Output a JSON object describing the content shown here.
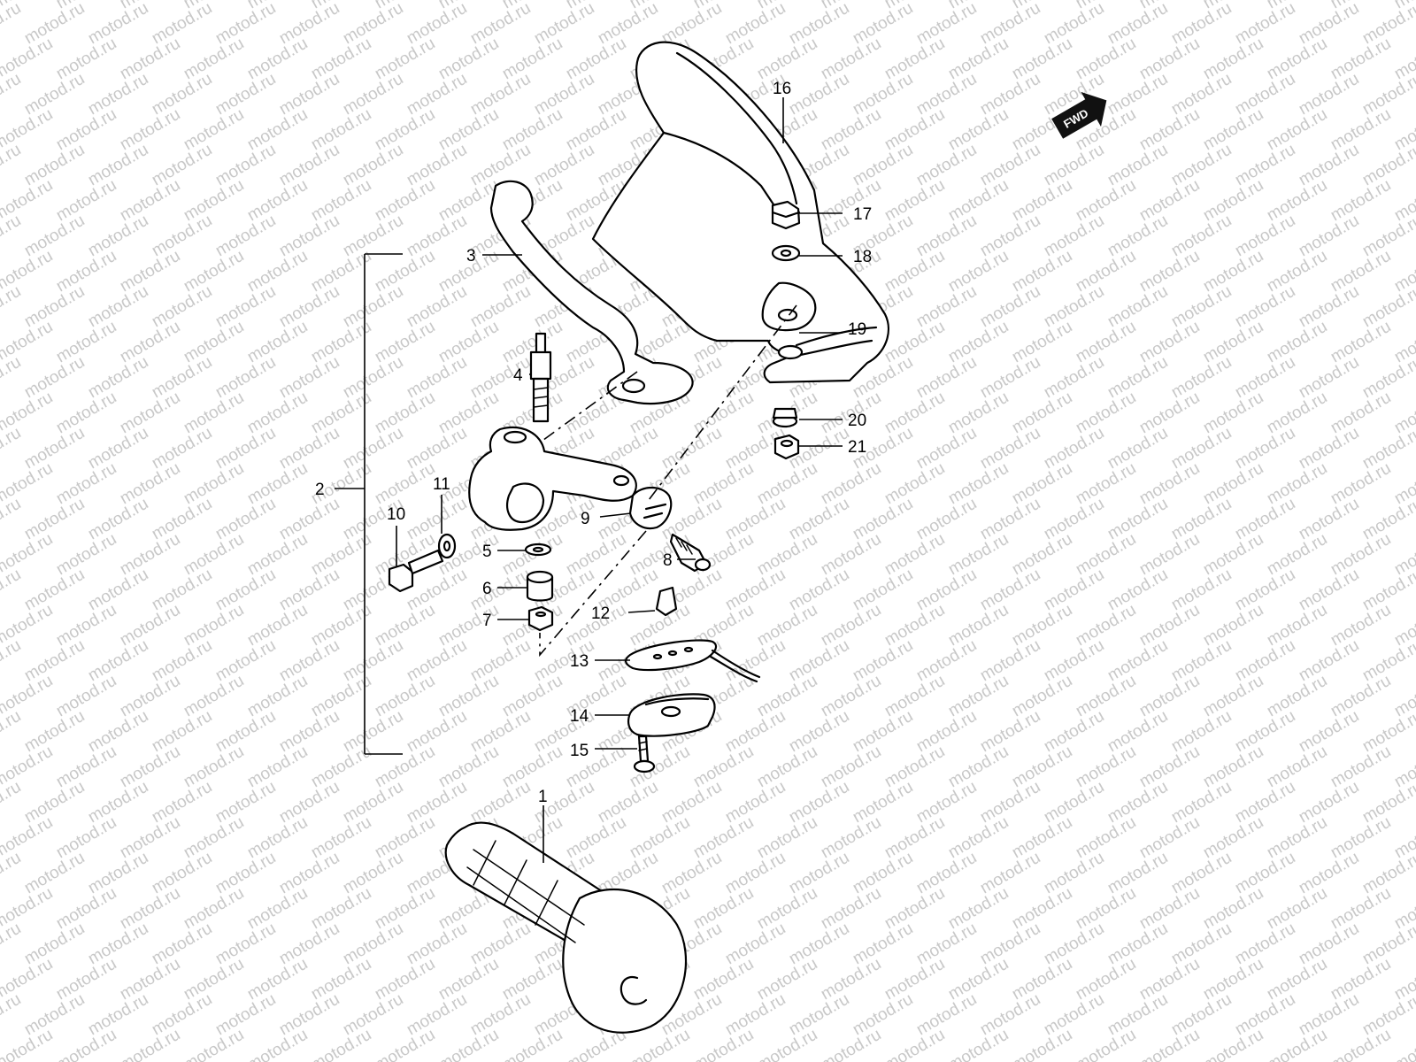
{
  "watermark": "motod.ru",
  "direction_badge": {
    "text": "FWD",
    "icon": "forward-arrow-icon"
  },
  "callouts": [
    {
      "id": "1",
      "label": "1"
    },
    {
      "id": "2",
      "label": "2"
    },
    {
      "id": "3",
      "label": "3"
    },
    {
      "id": "4",
      "label": "4"
    },
    {
      "id": "5",
      "label": "5"
    },
    {
      "id": "6",
      "label": "6"
    },
    {
      "id": "7",
      "label": "7"
    },
    {
      "id": "8",
      "label": "8"
    },
    {
      "id": "9",
      "label": "9"
    },
    {
      "id": "10",
      "label": "10"
    },
    {
      "id": "11",
      "label": "11"
    },
    {
      "id": "12",
      "label": "12"
    },
    {
      "id": "13",
      "label": "13"
    },
    {
      "id": "14",
      "label": "14"
    },
    {
      "id": "15",
      "label": "15"
    },
    {
      "id": "16",
      "label": "16"
    },
    {
      "id": "17",
      "label": "17"
    },
    {
      "id": "18",
      "label": "18"
    },
    {
      "id": "19",
      "label": "19"
    },
    {
      "id": "20",
      "label": "20"
    },
    {
      "id": "21",
      "label": "21"
    }
  ]
}
